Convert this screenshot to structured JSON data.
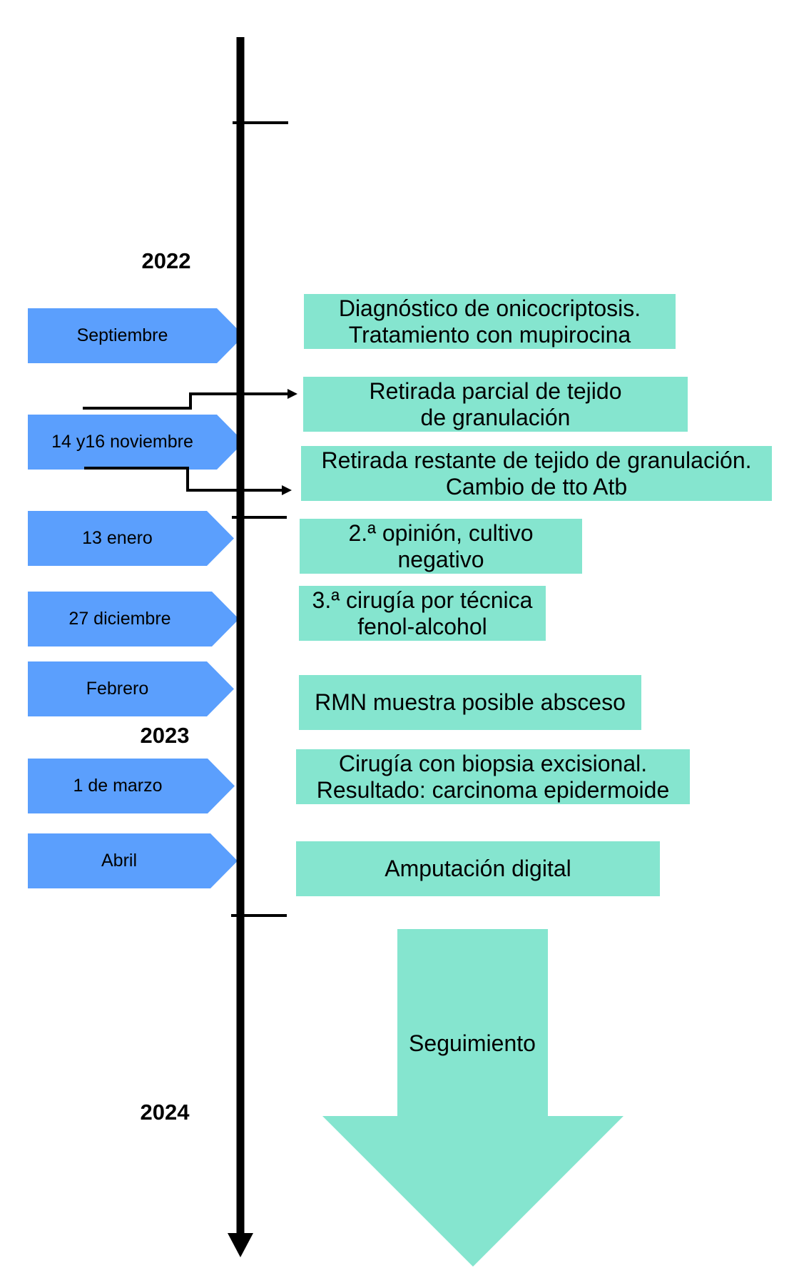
{
  "colors": {
    "date_arrow": "#5b9ffd",
    "event_box": "#85e5cf",
    "timeline": "#000000"
  },
  "years": [
    "2022",
    "2023",
    "2024"
  ],
  "dates": [
    "Septiembre",
    "14 y16 noviembre",
    "13 enero",
    "27 diciembre",
    "Febrero",
    "1 de marzo",
    "Abril"
  ],
  "events": [
    "Diagnóstico de onicocriptosis.\nTratamiento con mupirocina",
    "Retirada parcial de tejido\nde granulación",
    "Retirada restante de tejido de granulación.\nCambio de tto Atb",
    "2.ª opinión, cultivo\nnegativo",
    "3.ª cirugía por técnica\nfenol-alcohol",
    "RMN muestra posible absceso",
    "Cirugía con biopsia excisional.\nResultado: carcinoma epidermoide",
    "Amputación digital"
  ],
  "follow_up": "Seguimiento"
}
